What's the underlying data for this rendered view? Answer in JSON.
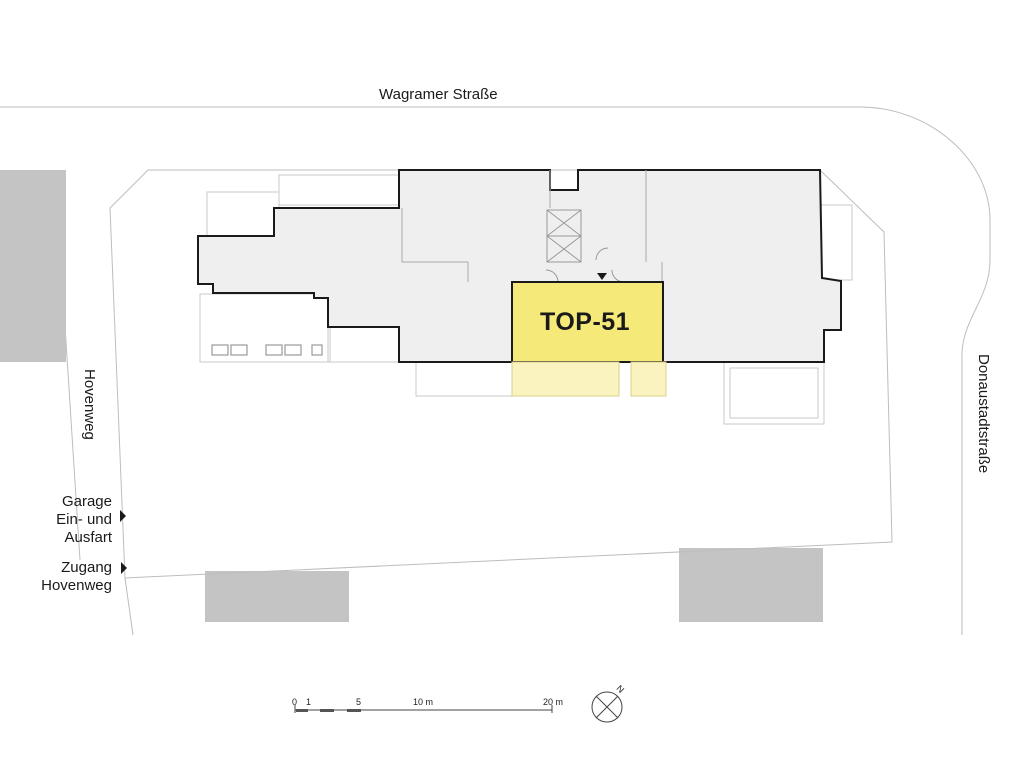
{
  "streets": {
    "top": "Wagramer Straße",
    "left": "Hovenweg",
    "right": "Donaustadtstraße"
  },
  "entrances": {
    "garage": [
      "Garage",
      "Ein- und",
      "Ausfart"
    ],
    "access": [
      "Zugang",
      "Hovenweg"
    ]
  },
  "unit": {
    "label": "TOP-51",
    "color": "#f5e97a"
  },
  "scale_bar": {
    "ticks": [
      "0",
      "1",
      "5",
      "10 m",
      "20 m"
    ]
  },
  "compass": {
    "north_label": "N"
  },
  "colors": {
    "building_fill": "#efefef",
    "neighbor_fill": "#c4c4c4",
    "unit_fill": "#f5e97a",
    "unit_balcony_fill": "#fbf3bf"
  }
}
